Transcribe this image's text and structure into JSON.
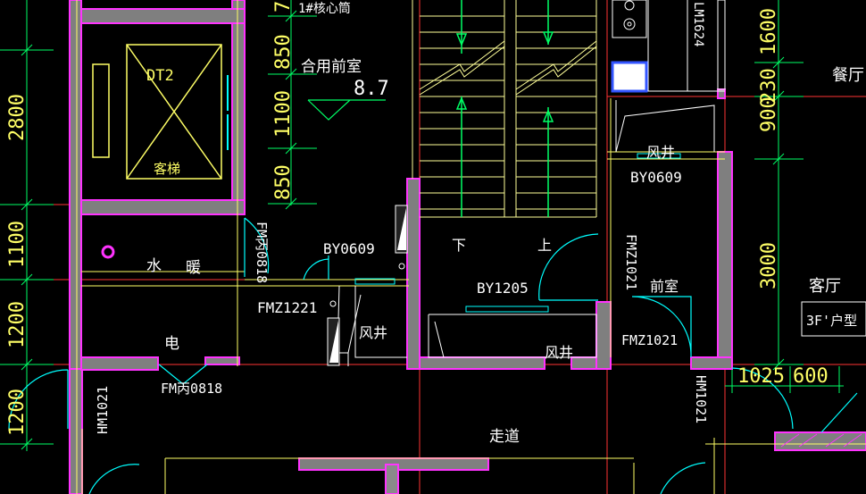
{
  "colors": {
    "background": "#000000",
    "wall_fill": "#7f7f7f",
    "wall_edge": "#ff33ff",
    "dimension": "#00ff66",
    "text": "#ffff66",
    "axis": "#ff3333",
    "stair": "#ffff99",
    "door": "#00ffff"
  },
  "dims_left": [
    "2800",
    "1100",
    "1200",
    "1200"
  ],
  "dims_mid": [
    "7",
    "850",
    "1100",
    "850"
  ],
  "dims_right": [
    "1600",
    "900",
    "230",
    "3000"
  ],
  "dims_bottom": [
    "1025",
    "600"
  ],
  "labels": {
    "core": "1#核心筒",
    "shared_lobby": "合用前室",
    "elevation": "8.7",
    "elevator": "DT2",
    "elevator_sub": "客梯",
    "water_heat_a": "水",
    "water_heat_b": "暖",
    "electric": "电",
    "fm_0818_v": "FM丙0818",
    "fm_0818_h": "FM丙0818",
    "fmz1221": "FMZ1221",
    "by0609_a": "BY0609",
    "by0609_b": "BY0609",
    "by1205": "BY1205",
    "down": "下",
    "up": "上",
    "shaft_a": "风井",
    "shaft_b": "风井",
    "shaft_c": "风井",
    "fmz1021_v": "FMZ1021",
    "fmz1021_h": "FMZ1021",
    "vestibule": "前室",
    "hm1021_left": "HM1021",
    "hm1021_right": "HM1021",
    "corridor": "走道",
    "dining": "餐厅",
    "living": "客厅",
    "unit_type": "3F'户型",
    "window_lm": "LM1624"
  }
}
